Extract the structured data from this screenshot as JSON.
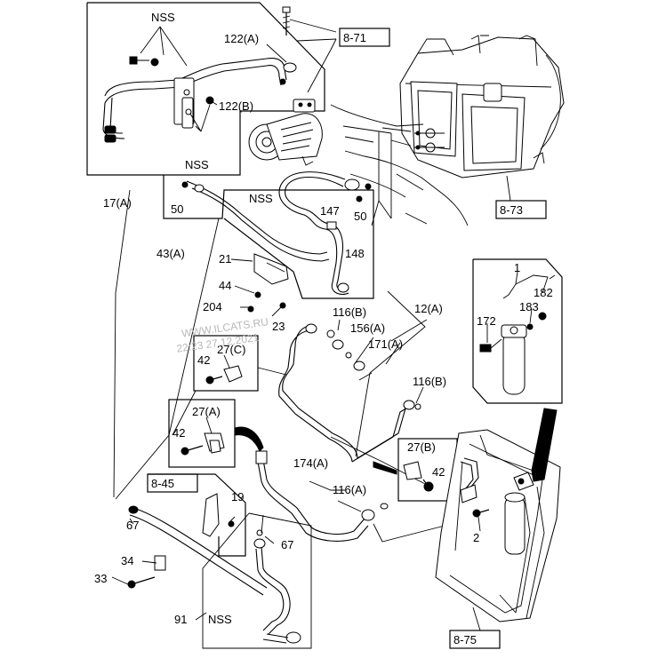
{
  "labels": {
    "nss_top": "NSS",
    "nss_mid": "NSS",
    "nss_hose": "NSS",
    "nss_bottom": "NSS",
    "p122a": "122(A)",
    "p122b": "122(B)",
    "p17a": "17(A)",
    "p50_left": "50",
    "p50_right": "50",
    "p147": "147",
    "p148": "148",
    "p43a": "43(A)",
    "p21": "21",
    "p44": "44",
    "p204": "204",
    "p23": "23",
    "p27c": "27(C)",
    "p42_c": "42",
    "p116b_top": "116(B)",
    "p156a": "156(A)",
    "p171a": "171(A)",
    "p12a": "12(A)",
    "p116b_mid": "116(B)",
    "p27a": "27(A)",
    "p42_a": "42",
    "p27b": "27(B)",
    "p42_b": "42",
    "p174a": "174(A)",
    "p116a": "116(A)",
    "p19": "19",
    "p67_left": "67",
    "p67_right": "67",
    "p34": "34",
    "p33": "33",
    "p91": "91",
    "p1": "1",
    "p182": "182",
    "p183": "183",
    "p172": "172",
    "p2": "2"
  },
  "refs": {
    "r871": "8-71",
    "r873": "8-73",
    "r845": "8-45",
    "r875": "8-75"
  },
  "watermark": {
    "site": "WWW.ILCATS.RU",
    "timestamp": "22:23 27.12.2021"
  }
}
